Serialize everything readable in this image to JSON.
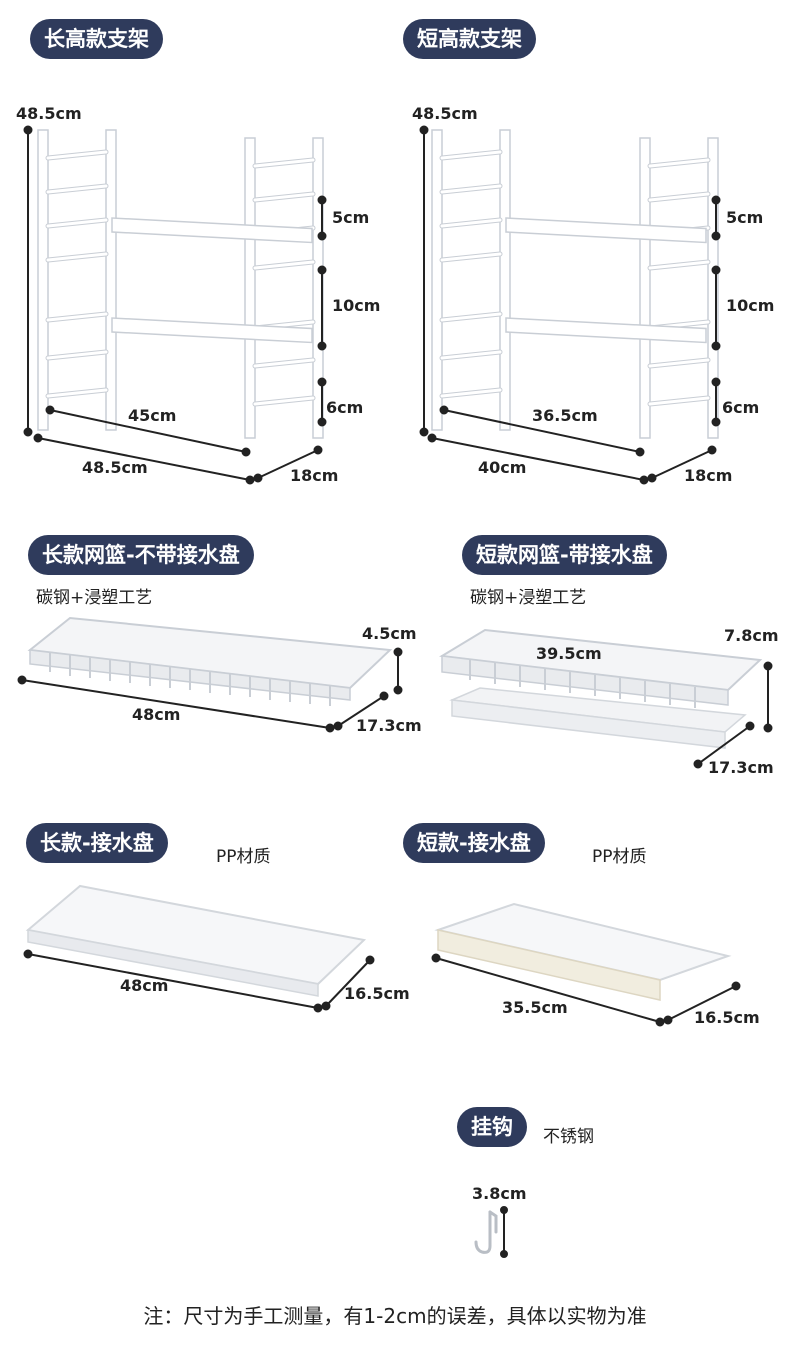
{
  "sections": {
    "long_stand": {
      "title": "长高款支架",
      "dims": {
        "height": "48.5cm",
        "gap_top": "5cm",
        "gap_mid": "10cm",
        "gap_bottom": "6cm",
        "inner_width": "45cm",
        "outer_width": "48.5cm",
        "depth": "18cm"
      }
    },
    "short_stand": {
      "title": "短高款支架",
      "dims": {
        "height": "48.5cm",
        "gap_top": "5cm",
        "gap_mid": "10cm",
        "gap_bottom": "6cm",
        "inner_width": "36.5cm",
        "outer_width": "40cm",
        "depth": "18cm"
      }
    },
    "long_basket": {
      "title": "长款网篮-不带接水盘",
      "material": "碳钢+浸塑工艺",
      "dims": {
        "height": "4.5cm",
        "length": "48cm",
        "depth": "17.3cm"
      }
    },
    "short_basket": {
      "title": "短款网篮-带接水盘",
      "material": "碳钢+浸塑工艺",
      "dims": {
        "height": "7.8cm",
        "length": "39.5cm",
        "depth": "17.3cm"
      }
    },
    "long_tray": {
      "title": "长款-接水盘",
      "material": "PP材质",
      "dims": {
        "length": "48cm",
        "depth": "16.5cm"
      }
    },
    "short_tray": {
      "title": "短款-接水盘",
      "material": "PP材质",
      "dims": {
        "length": "35.5cm",
        "depth": "16.5cm"
      }
    },
    "hook": {
      "title": "挂钩",
      "material": "不锈钢",
      "dims": {
        "height": "3.8cm"
      }
    }
  },
  "footer_note": "注：尺寸为手工测量，有1-2cm的误差，具体以实物为准",
  "colors": {
    "pill_bg": "#2f3b5c",
    "line": "#222222",
    "rack": "#ffffff",
    "rack_stroke": "#cfd4da"
  }
}
